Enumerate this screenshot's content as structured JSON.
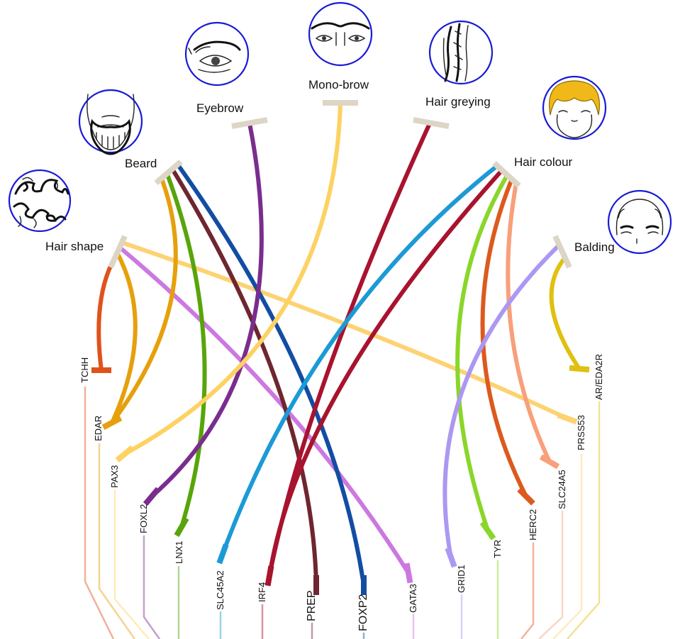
{
  "traits": [
    {
      "id": "eyebrow",
      "label": "Eyebrow",
      "icon": "eyebrow-sketch-icon"
    },
    {
      "id": "monobrow",
      "label": "Mono-brow",
      "icon": "monobrow-sketch-icon"
    },
    {
      "id": "greying",
      "label": "Hair greying",
      "icon": "hair-greying-sketch-icon"
    },
    {
      "id": "beard",
      "label": "Beard",
      "icon": "beard-sketch-icon"
    },
    {
      "id": "colour",
      "label": "Hair colour",
      "icon": "hair-colour-sketch-icon"
    },
    {
      "id": "shape",
      "label": "Hair shape",
      "icon": "hair-shape-sketch-icon"
    },
    {
      "id": "balding",
      "label": "Balding",
      "icon": "balding-sketch-icon"
    }
  ],
  "genes": [
    {
      "id": "TCHH",
      "label": "TCHH",
      "color": "#e0521c"
    },
    {
      "id": "EDAR",
      "label": "EDAR",
      "color": "#e6a00c"
    },
    {
      "id": "PAX3",
      "label": "PAX3",
      "color": "#fdd262"
    },
    {
      "id": "FOXL2",
      "label": "FOXL2",
      "color": "#7a2d8e"
    },
    {
      "id": "LNX1",
      "label": "LNX1",
      "color": "#58a50b"
    },
    {
      "id": "SLC45A2",
      "label": "SLC45A2",
      "color": "#1c9ad6"
    },
    {
      "id": "IRF4",
      "label": "IRF4",
      "color": "#a8132e"
    },
    {
      "id": "PREP",
      "label": "PREP",
      "color": "#6e2630"
    },
    {
      "id": "FOXP2",
      "label": "FOXP2",
      "color": "#134da3"
    },
    {
      "id": "GATA3",
      "label": "GATA3",
      "color": "#cc78e0"
    },
    {
      "id": "GRID1",
      "label": "GRID1",
      "color": "#ac98f2"
    },
    {
      "id": "TYR",
      "label": "TYR",
      "color": "#8ad62a"
    },
    {
      "id": "HERC2",
      "label": "HERC2",
      "color": "#dc5a1e"
    },
    {
      "id": "SLC24A5",
      "label": "SLC24A5",
      "color": "#f8a07a"
    },
    {
      "id": "PRSS53",
      "label": "PRSS53",
      "color": "#fdd272"
    },
    {
      "id": "AR_EDA2R",
      "label": "AR/EDA2R",
      "color": "#e0c010"
    }
  ],
  "links": [
    {
      "trait": "shape",
      "gene": "TCHH"
    },
    {
      "trait": "shape",
      "gene": "EDAR"
    },
    {
      "trait": "shape",
      "gene": "PRSS53"
    },
    {
      "trait": "shape",
      "gene": "GATA3"
    },
    {
      "trait": "beard",
      "gene": "EDAR"
    },
    {
      "trait": "beard",
      "gene": "LNX1"
    },
    {
      "trait": "beard",
      "gene": "PREP"
    },
    {
      "trait": "beard",
      "gene": "FOXP2"
    },
    {
      "trait": "eyebrow",
      "gene": "FOXL2"
    },
    {
      "trait": "monobrow",
      "gene": "PAX3"
    },
    {
      "trait": "greying",
      "gene": "IRF4"
    },
    {
      "trait": "colour",
      "gene": "SLC45A2"
    },
    {
      "trait": "colour",
      "gene": "IRF4"
    },
    {
      "trait": "colour",
      "gene": "TYR"
    },
    {
      "trait": "colour",
      "gene": "HERC2"
    },
    {
      "trait": "colour",
      "gene": "SLC24A5"
    },
    {
      "trait": "balding",
      "gene": "AR_EDA2R"
    },
    {
      "trait": "balding",
      "gene": "GRID1"
    }
  ]
}
